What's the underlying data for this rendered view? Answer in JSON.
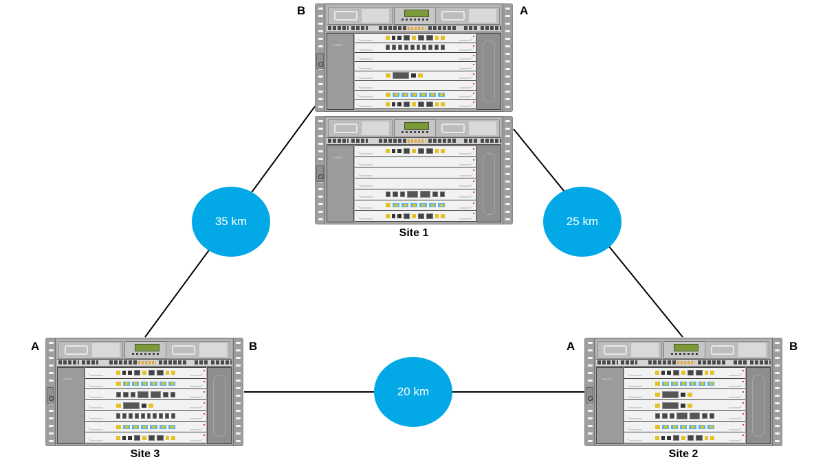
{
  "diagram": {
    "title": "",
    "accent_color": "#03A9E6",
    "line_color": "#000000"
  },
  "sites": [
    {
      "id": "site1",
      "label": "Site 1",
      "chassis": [
        {
          "id": "site1-a",
          "left_label": "B",
          "right_label": "A",
          "vendor": "cisco",
          "cards": [
            "controller",
            "sfp-10",
            "blank",
            "blank",
            "cfp-half",
            "blank",
            "blue-6",
            "controller"
          ]
        },
        {
          "id": "site1-b",
          "left_label": "",
          "right_label": "",
          "vendor": "cisco",
          "cards": [
            "controller",
            "blank",
            "blank",
            "blank",
            "mixed-big",
            "blue-6",
            "controller"
          ]
        }
      ]
    },
    {
      "id": "site2",
      "label": "Site 2",
      "chassis": [
        {
          "id": "site2-a",
          "left_label": "A",
          "right_label": "B",
          "vendor": "cisco",
          "cards": [
            "controller",
            "blue-6",
            "cfp-half",
            "cfp-half",
            "mixed-big",
            "blue-6",
            "controller"
          ]
        }
      ]
    },
    {
      "id": "site3",
      "label": "Site 3",
      "chassis": [
        {
          "id": "site3-a",
          "left_label": "A",
          "right_label": "B",
          "vendor": "cisco",
          "cards": [
            "controller",
            "blue-6",
            "mixed-big",
            "cfp-half",
            "sfp-10",
            "blue-6",
            "controller"
          ]
        }
      ]
    }
  ],
  "links": [
    {
      "id": "link-1-3",
      "from": "Site 1",
      "to": "Site 3",
      "distance": "35 km"
    },
    {
      "id": "link-1-2",
      "from": "Site 1",
      "to": "Site 2",
      "distance": "25 km"
    },
    {
      "id": "link-3-2",
      "from": "Site 3",
      "to": "Site 2",
      "distance": "20 km"
    }
  ],
  "icons": {
    "chassis": "network-chassis-icon",
    "distance": "distance-bubble"
  }
}
